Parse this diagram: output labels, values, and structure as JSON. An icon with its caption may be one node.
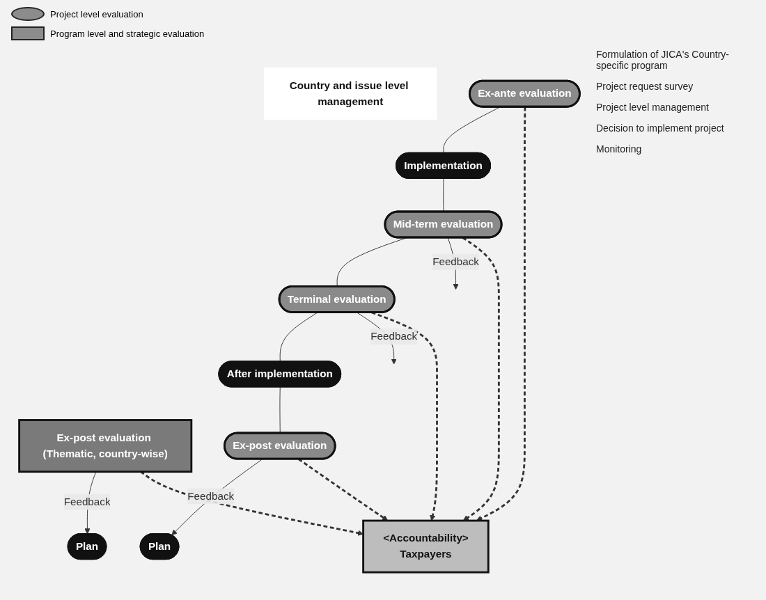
{
  "diagram": {
    "nodes": [
      {
        "text": [
          "Ex-post evaluation (Thematic, country-wise)"
        ]
      },
      {
        "text": [
          "Plan"
        ]
      },
      {
        "text": [
          "Country and issue level management"
        ]
      },
      {
        "text": [
          "Plan"
        ]
      },
      {
        "text": [
          "Ex-post evaluation"
        ]
      },
      {
        "text": [
          "Ex-ante evaluation"
        ]
      },
      {
        "text": [
          "After implementation"
        ]
      },
      {
        "text": [
          "Implementation"
        ]
      },
      {
        "text": [
          "Terminal evaluation"
        ]
      },
      {
        "text": [
          "Mid-term evaluation"
        ]
      },
      {
        "text": [
          "<Accountability>",
          "Taxpayers"
        ]
      }
    ],
    "edges": [
      {
        "from": 0,
        "to": 1,
        "arrow": "to",
        "label": "Feedback"
      },
      {
        "from": 4,
        "to": 3,
        "arrow": "to",
        "label": "Feedback"
      },
      {
        "from": 5,
        "to": 7,
        "arrow": "none"
      },
      {
        "from": 7,
        "to": 9,
        "arrow": "none"
      },
      {
        "from": 9,
        "to": 8,
        "arrow": "none"
      },
      {
        "from": 8,
        "to": 6,
        "arrow": "none"
      },
      {
        "from": 6,
        "to": 4,
        "arrow": "none"
      },
      {
        "from": 8,
        "to": null,
        "arrow": "to",
        "label": "Feedback"
      },
      {
        "from": 9,
        "to": null,
        "arrow": "to",
        "label": "Feedback"
      },
      {
        "from": 0,
        "to": 10,
        "arrow": "to",
        "style": "dashed"
      },
      {
        "from": 4,
        "to": 10,
        "arrow": "to",
        "style": "dashed"
      },
      {
        "from": 8,
        "to": 10,
        "arrow": "to",
        "style": "dashed"
      },
      {
        "from": 9,
        "to": 10,
        "arrow": "to",
        "style": "dashed"
      },
      {
        "from": 5,
        "to": 10,
        "arrow": "to",
        "style": "dashed"
      }
    ],
    "labels": [
      "Formulation of JICA's Country-specific program",
      "Project request survey",
      "Project level management",
      "Decision to implement project",
      "Monitoring"
    ],
    "legend": [
      {
        "text": "Project level evaluation"
      },
      {
        "text": "Program level and strategic evaluation"
      }
    ]
  }
}
